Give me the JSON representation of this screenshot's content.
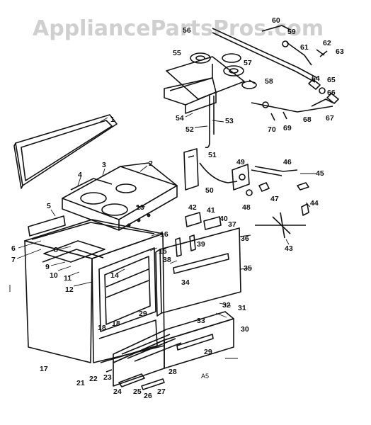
{
  "watermark": "AppliancePartsPros.com",
  "corner_mark": "A5",
  "labels": {
    "l1": "1",
    "l2": "2",
    "l3": "3",
    "l4": "4",
    "l5": "5",
    "l6": "6",
    "l7": "7",
    "l8": "8",
    "l9": "9",
    "l10": "10",
    "l11": "11",
    "l12": "12",
    "l13": "13",
    "l14": "14",
    "l15": "15",
    "l16": "16",
    "l17": "17",
    "l18a": "18",
    "l18b": "18",
    "l21": "21",
    "l22": "22",
    "l23": "23",
    "l24": "24",
    "l25": "25",
    "l26": "26",
    "l27": "27",
    "l28": "28",
    "l29a": "29",
    "l29b": "29",
    "l30": "30",
    "l31": "31",
    "l32": "32",
    "l33": "33",
    "l34": "34",
    "l35": "35",
    "l36": "36",
    "l37": "37",
    "l38": "38",
    "l39": "39",
    "l40": "40",
    "l41": "41",
    "l42": "42",
    "l43": "43",
    "l44": "44",
    "l45": "45",
    "l46": "46",
    "l47": "47",
    "l48": "48",
    "l49": "49",
    "l50": "50",
    "l51": "51",
    "l52": "52",
    "l53": "53",
    "l54": "54",
    "l55": "55",
    "l56": "56",
    "l57": "57",
    "l58": "58",
    "l59": "59",
    "l60": "60",
    "l61": "61",
    "l62": "62",
    "l63": "63",
    "l64": "64",
    "l65": "65",
    "l66": "66",
    "l67": "67",
    "l68": "68",
    "l69": "69",
    "l70": "70"
  }
}
